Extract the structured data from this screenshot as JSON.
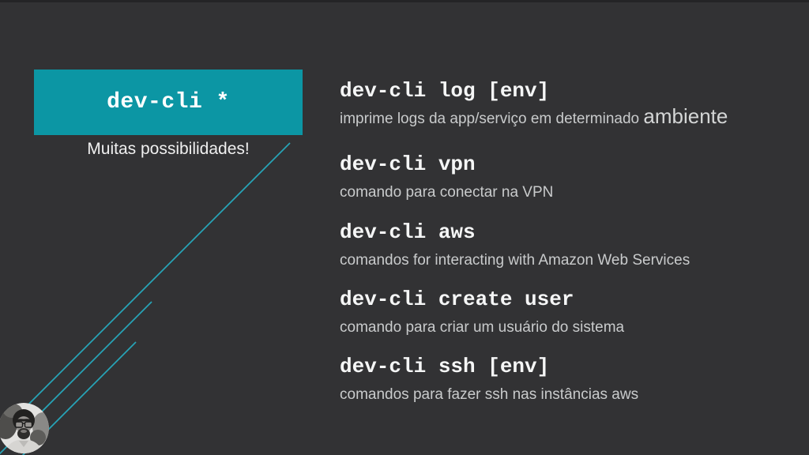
{
  "slide": {
    "title_badge": "dev-cli *",
    "subtitle": "Muitas possibilidades!",
    "commands": [
      {
        "name": "dev-cli log [env]",
        "description": "imprime logs da app/serviço em determinado ",
        "description_emphasis": "ambiente"
      },
      {
        "name": "dev-cli vpn",
        "description": "comando para conectar na VPN",
        "description_emphasis": ""
      },
      {
        "name": "dev-cli aws",
        "description": "comandos for interacting with Amazon Web Services",
        "description_emphasis": ""
      },
      {
        "name": "dev-cli create user",
        "description": "comando para criar um usuário do sistema",
        "description_emphasis": ""
      },
      {
        "name": "dev-cli ssh [env]",
        "description": "comandos para fazer ssh nas instâncias aws",
        "description_emphasis": ""
      }
    ],
    "avatar": "speaker-portrait-photo",
    "colors": {
      "background": "#323234",
      "accent": "#0c96a4",
      "line_accent": "#27a3b6",
      "heading_text": "#f5f6f6",
      "body_text": "#c9cbcc"
    }
  }
}
